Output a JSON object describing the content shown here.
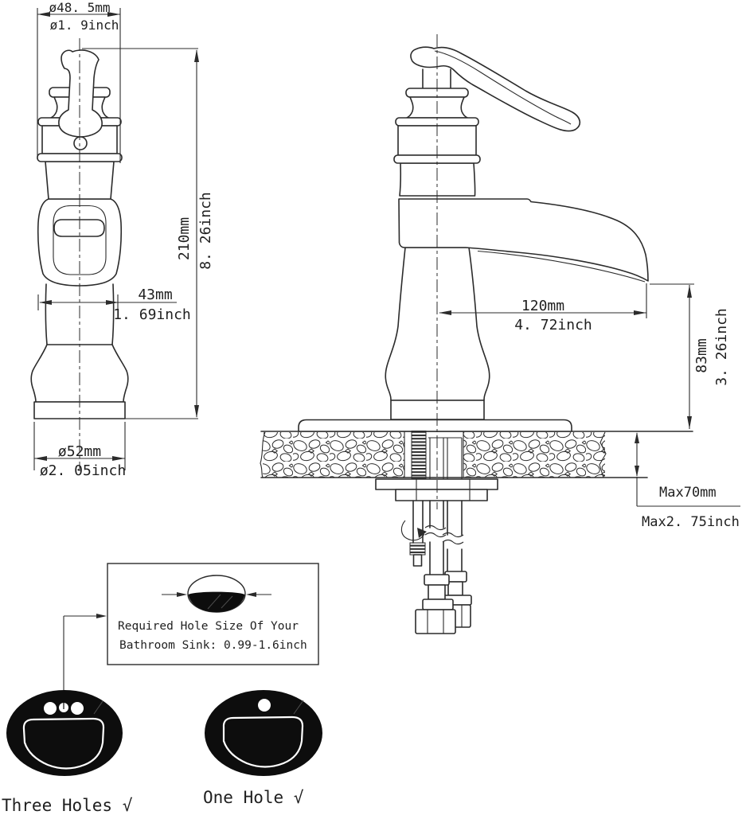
{
  "title": "Faucet installation dimension diagram",
  "colors": {
    "line": "#2b2b2b",
    "background": "#ffffff",
    "fill_black": "#0d0d0d"
  },
  "front_view": {
    "top_diameter_mm": "ø48. 5mm",
    "top_diameter_inch": "ø1. 9inch",
    "height_mm": "210mm",
    "height_inch": "8. 26inch",
    "spout_width_mm": "43mm",
    "spout_width_inch": "1. 69inch",
    "base_diameter_mm": "ø52mm",
    "base_diameter_inch": "ø2. 05inch"
  },
  "side_view": {
    "spout_reach_mm": "120mm",
    "spout_reach_inch": "4. 72inch",
    "spout_height_mm": "83mm",
    "spout_height_inch": "3. 26inch",
    "max_deck_mm": "Max70mm",
    "max_deck_inch": "Max2. 75inch"
  },
  "hole_note": {
    "line1": "Required Hole Size Of Your",
    "line2": "Bathroom Sink: 0.99-1.6inch"
  },
  "sinks": {
    "three_holes_label": "Three Holes √",
    "one_hole_label": "One Hole  √"
  }
}
